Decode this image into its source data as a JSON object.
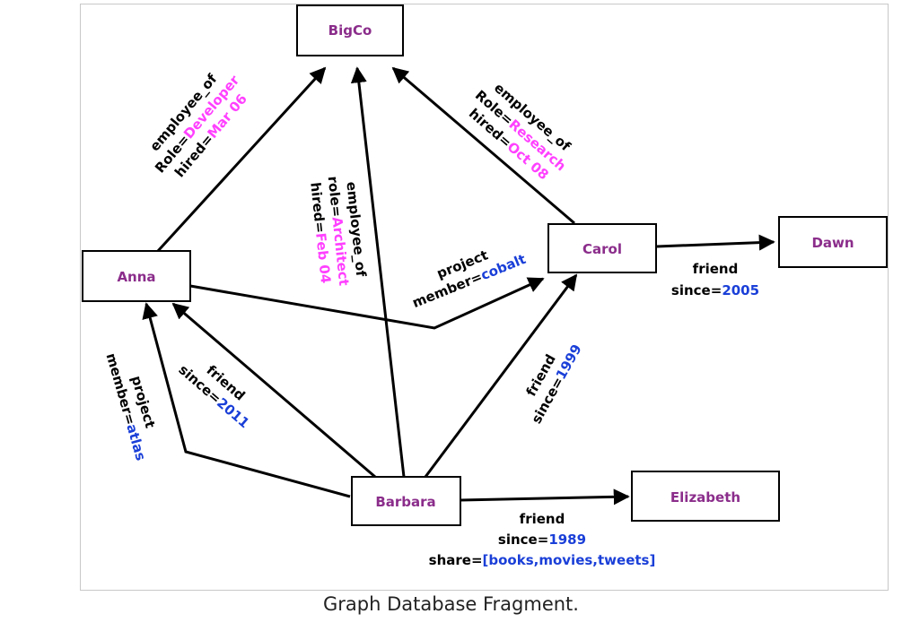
{
  "caption": "Graph Database Fragment.",
  "colors": {
    "node_text": "#8b2d8b",
    "blue_value": "#1a3fd8",
    "pink_value": "#ff40ff",
    "line": "#000000"
  },
  "nodes": {
    "bigco": "BigCo",
    "anna": "Anna",
    "carol": "Carol",
    "dawn": "Dawn",
    "barbara": "Barbara",
    "elizabeth": "Elizabeth"
  },
  "edges": {
    "anna_bigco": {
      "l1": "employee_of",
      "role_key": "Role=",
      "role_val": "Developer",
      "hired_key": "hired=",
      "hired_val": "Mar 06"
    },
    "barbara_bigco": {
      "l1": "employee_of",
      "role_key": "role=",
      "role_val": "Architect",
      "hired_key": "hired=",
      "hired_val": "Feb 04"
    },
    "carol_bigco": {
      "l1": "employee_of",
      "role_key": "Role=",
      "role_val": "Research",
      "hired_key": "hired=",
      "hired_val": "Oct 08"
    },
    "anna_carol": {
      "l1": "project",
      "key": "member=",
      "val": "cobalt"
    },
    "carol_dawn": {
      "l1": "friend",
      "key": "since=",
      "val": "2005"
    },
    "barbara_anna_project": {
      "l1": "project",
      "key": "member=",
      "val": "atlas"
    },
    "barbara_anna_friend": {
      "l1": "friend",
      "key": "since=",
      "val": "2011"
    },
    "barbara_carol": {
      "l1": "friend",
      "key": "since=",
      "val": "1999"
    },
    "barbara_elizabeth": {
      "l1": "friend",
      "key": "since=",
      "val": "1989",
      "share_key": "share=",
      "share_val": "[books,movies,tweets]"
    }
  }
}
